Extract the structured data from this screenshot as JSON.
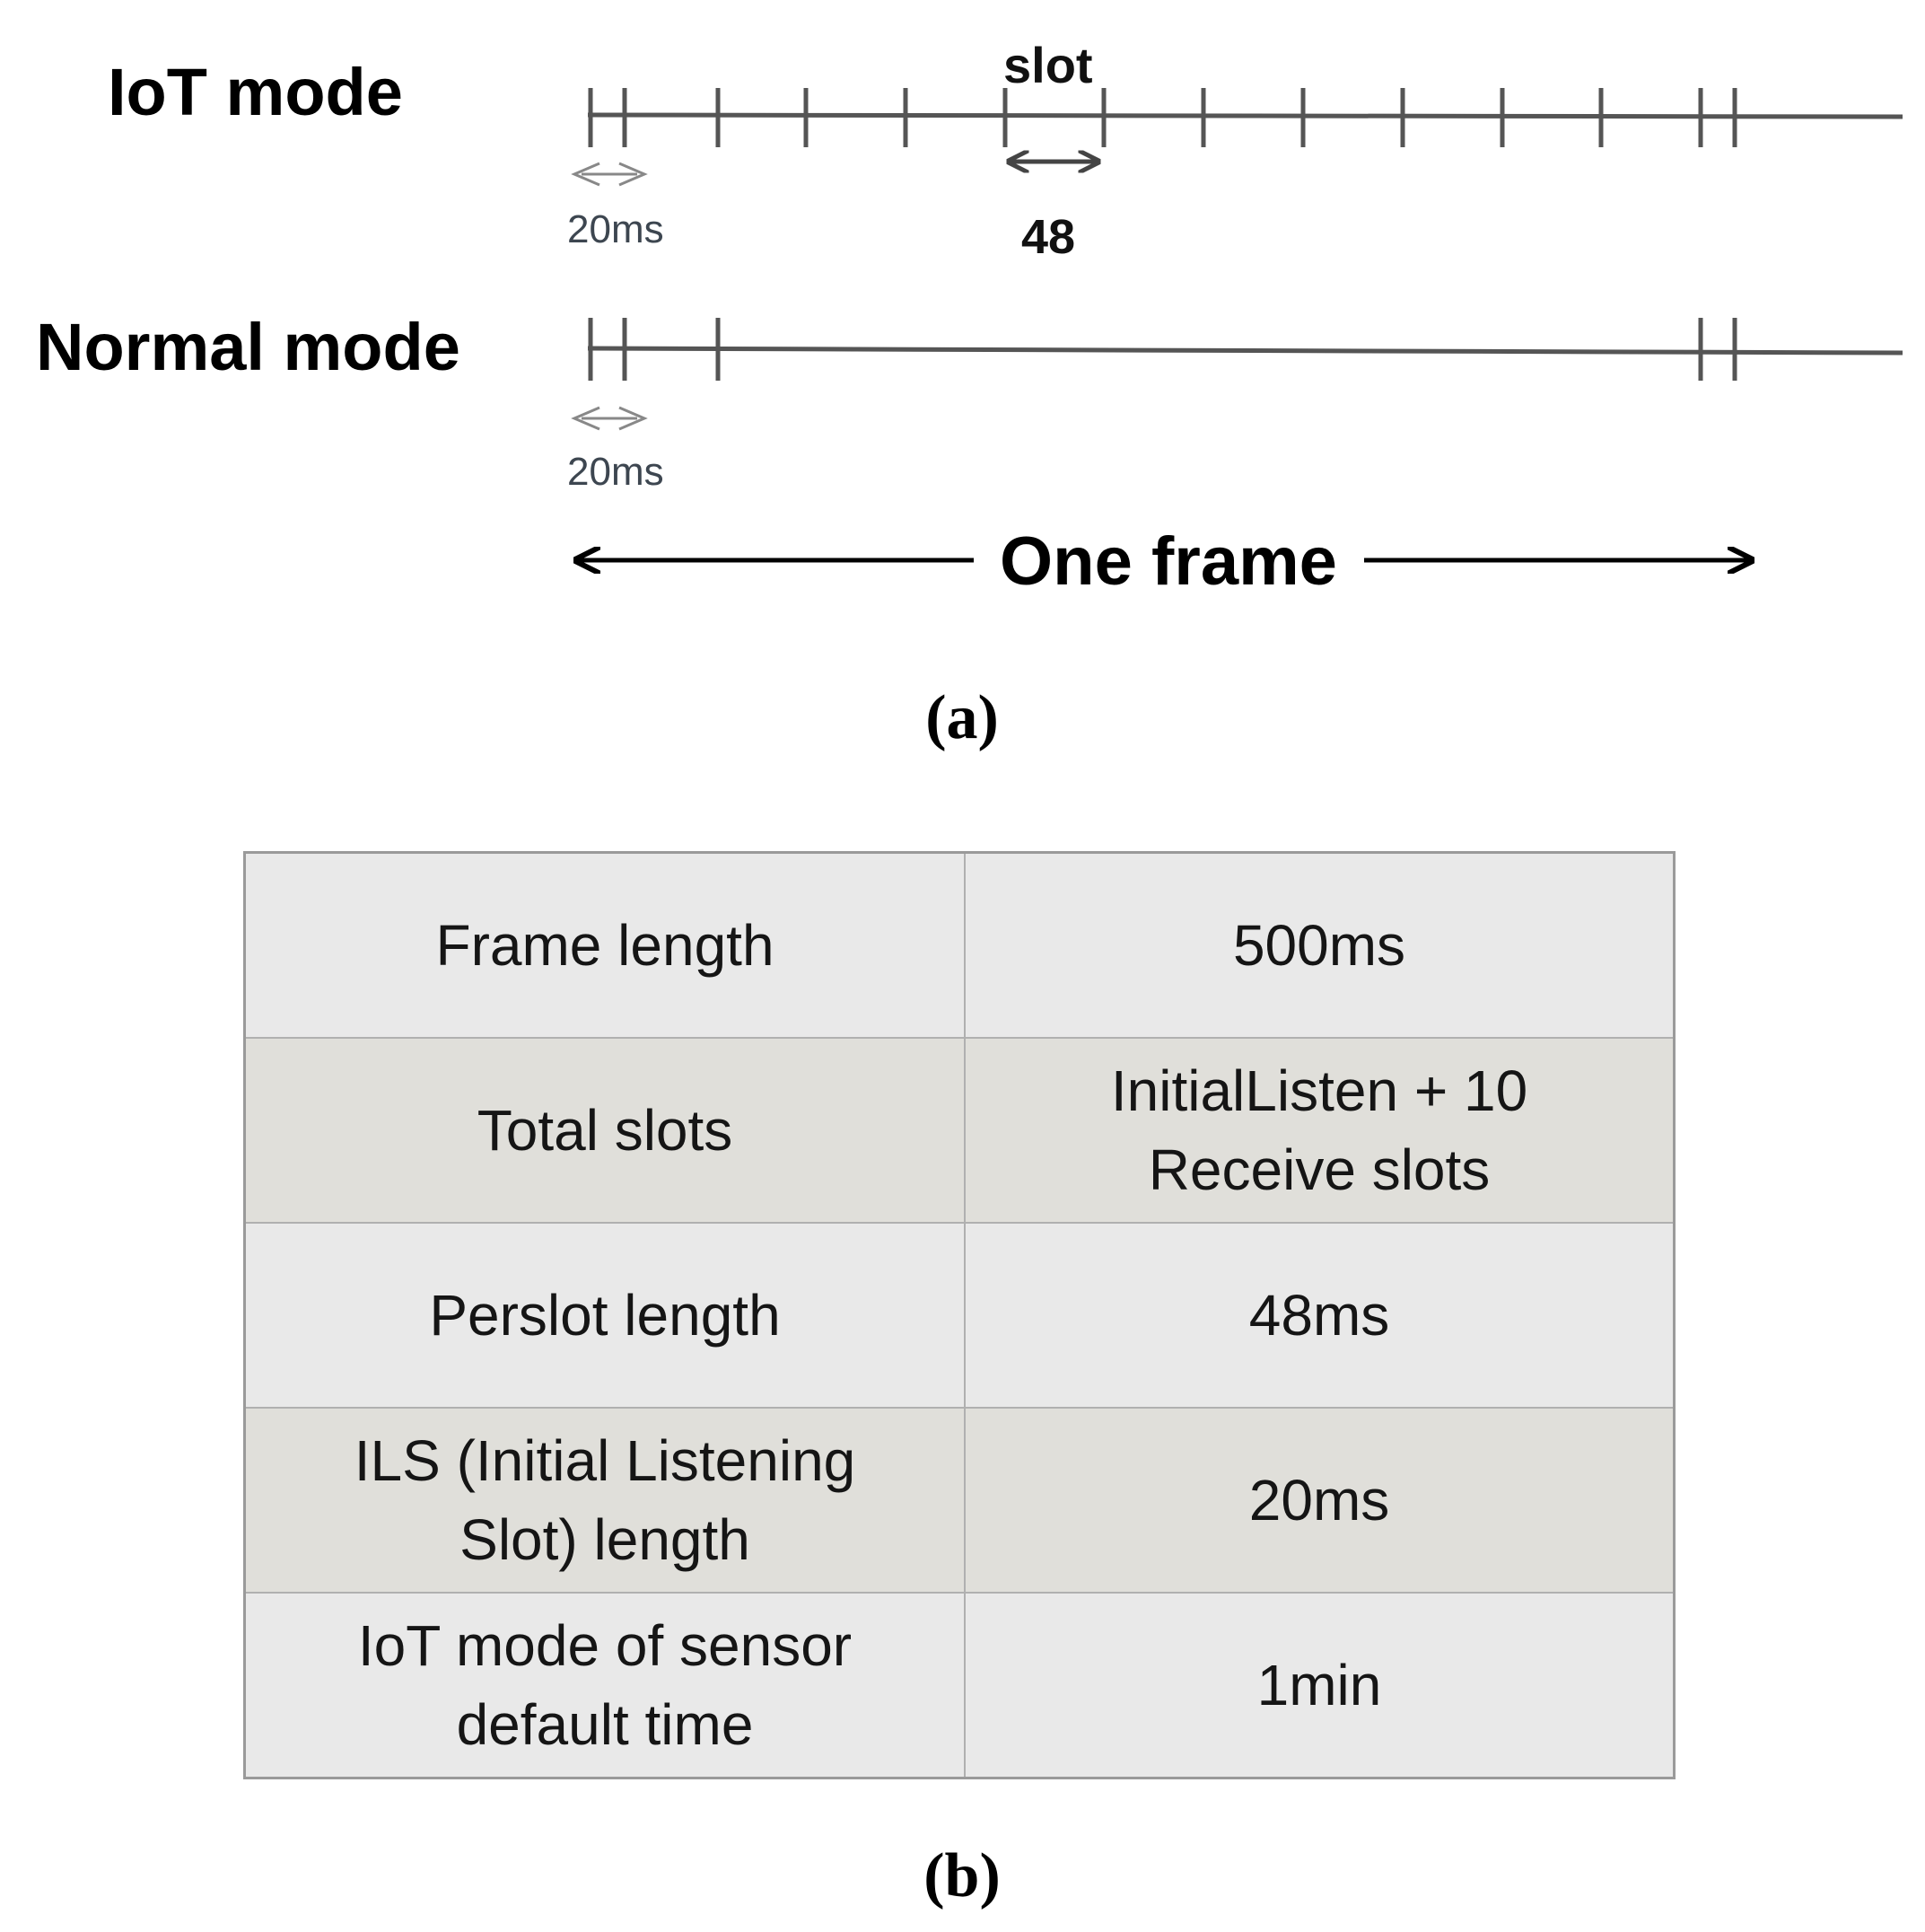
{
  "panel_a": {
    "iot_label": "IoT mode",
    "normal_label": "Normal mode",
    "iot_ils": "20ms",
    "slot_label": "slot",
    "slot_value": "48",
    "normal_ils": "20ms",
    "frame_label": "One frame",
    "caption": "(a)"
  },
  "panel_b": {
    "rows": [
      {
        "param": "Frame length",
        "value": "500ms"
      },
      {
        "param": "Total slots",
        "value": "InitialListen + 10\nReceive slots"
      },
      {
        "param": "Perslot length",
        "value": "48ms"
      },
      {
        "param": "ILS (Initial Listening\nSlot) length",
        "value": "20ms"
      },
      {
        "param": "IoT mode of sensor\ndefault time",
        "value": "1min"
      }
    ],
    "caption": "(b)"
  }
}
